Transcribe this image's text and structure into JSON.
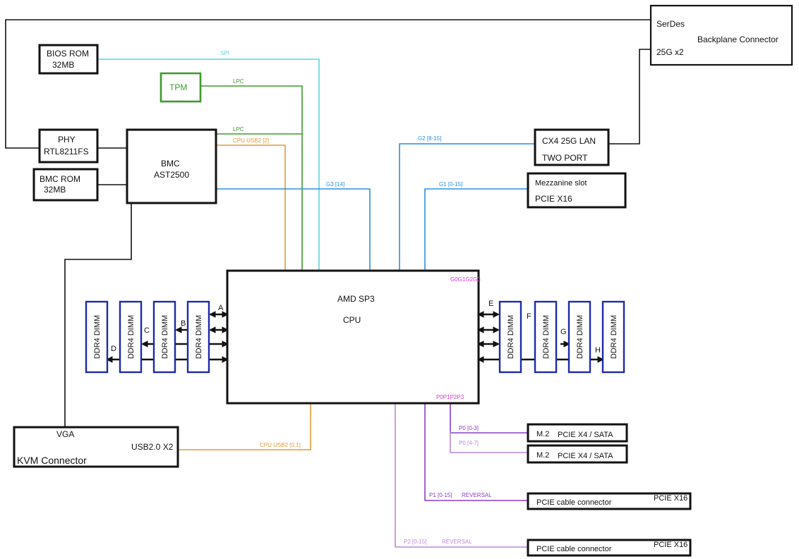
{
  "colors": {
    "black": "#111111",
    "cyan": "#5fd3e6",
    "green": "#3f9a2f",
    "orange": "#e39a3a",
    "blue": "#2b8fdc",
    "purple": "#8a3fc4",
    "lilac": "#b98ad6",
    "magenta": "#d63ad6",
    "dimm_blue": "#1c2aa8"
  },
  "boxes": {
    "serdes": {
      "line1": "SerDes",
      "line2": "25G x2",
      "title": "Backplane Connector"
    },
    "bios": {
      "line1": "BIOS ROM",
      "line2": "32MB"
    },
    "tpm": {
      "label": "TPM"
    },
    "phy": {
      "line1": "PHY",
      "line2": "RTL8211FS"
    },
    "bmc": {
      "line1": "BMC",
      "line2": "AST2500"
    },
    "bmc_rom": {
      "line1": "BMC ROM",
      "line2": "32MB"
    },
    "lan": {
      "line1": "CX4 25G LAN",
      "line2": "TWO PORT"
    },
    "mezz": {
      "line1": "Mezzanine slot",
      "line2": "PCIE X16"
    },
    "cpu": {
      "line1": "AMD SP3",
      "line2": "CPU",
      "port_top": "G0G1G2G3",
      "port_bottom": "P0P1P2P3"
    },
    "kvm": {
      "vga": "VGA",
      "usb": "USB2.0 X2",
      "title": "KVM Connector"
    },
    "m2_a": {
      "prefix": "M.2",
      "label": "PCIE X4 / SATA"
    },
    "m2_b": {
      "prefix": "M.2",
      "label": "PCIE X4 / SATA"
    },
    "pcie1": {
      "label": "PCIE cable connector",
      "speed": "PCIE X16"
    },
    "pcie2": {
      "label": "PCIE cable connector",
      "speed": "PCIE X16"
    }
  },
  "buses": {
    "spi": "SPI",
    "lpc_tpm": "LPC",
    "lpc_bmc": "LPC",
    "cpu_usb_bmc": "CPU USB2 [2]",
    "g3": "G3 [14]",
    "g2": "G2 [8-15]",
    "g1": "G1 [0-15]",
    "cpu_usb_kvm": "CPU USB2 [0,1]",
    "p0_a": "P0 [0-3]",
    "p0_b": "P0 [4-7]",
    "p1": "P1 [0-15]",
    "p1_rev": "REVERSAL",
    "p2": "P2 [0-15]",
    "p2_rev": "REVERSAL"
  },
  "dimm_label": "DDR4 DIMM",
  "channels": {
    "a": "A",
    "b": "B",
    "c": "C",
    "d": "D",
    "e": "E",
    "f": "F",
    "g": "G",
    "h": "H"
  }
}
